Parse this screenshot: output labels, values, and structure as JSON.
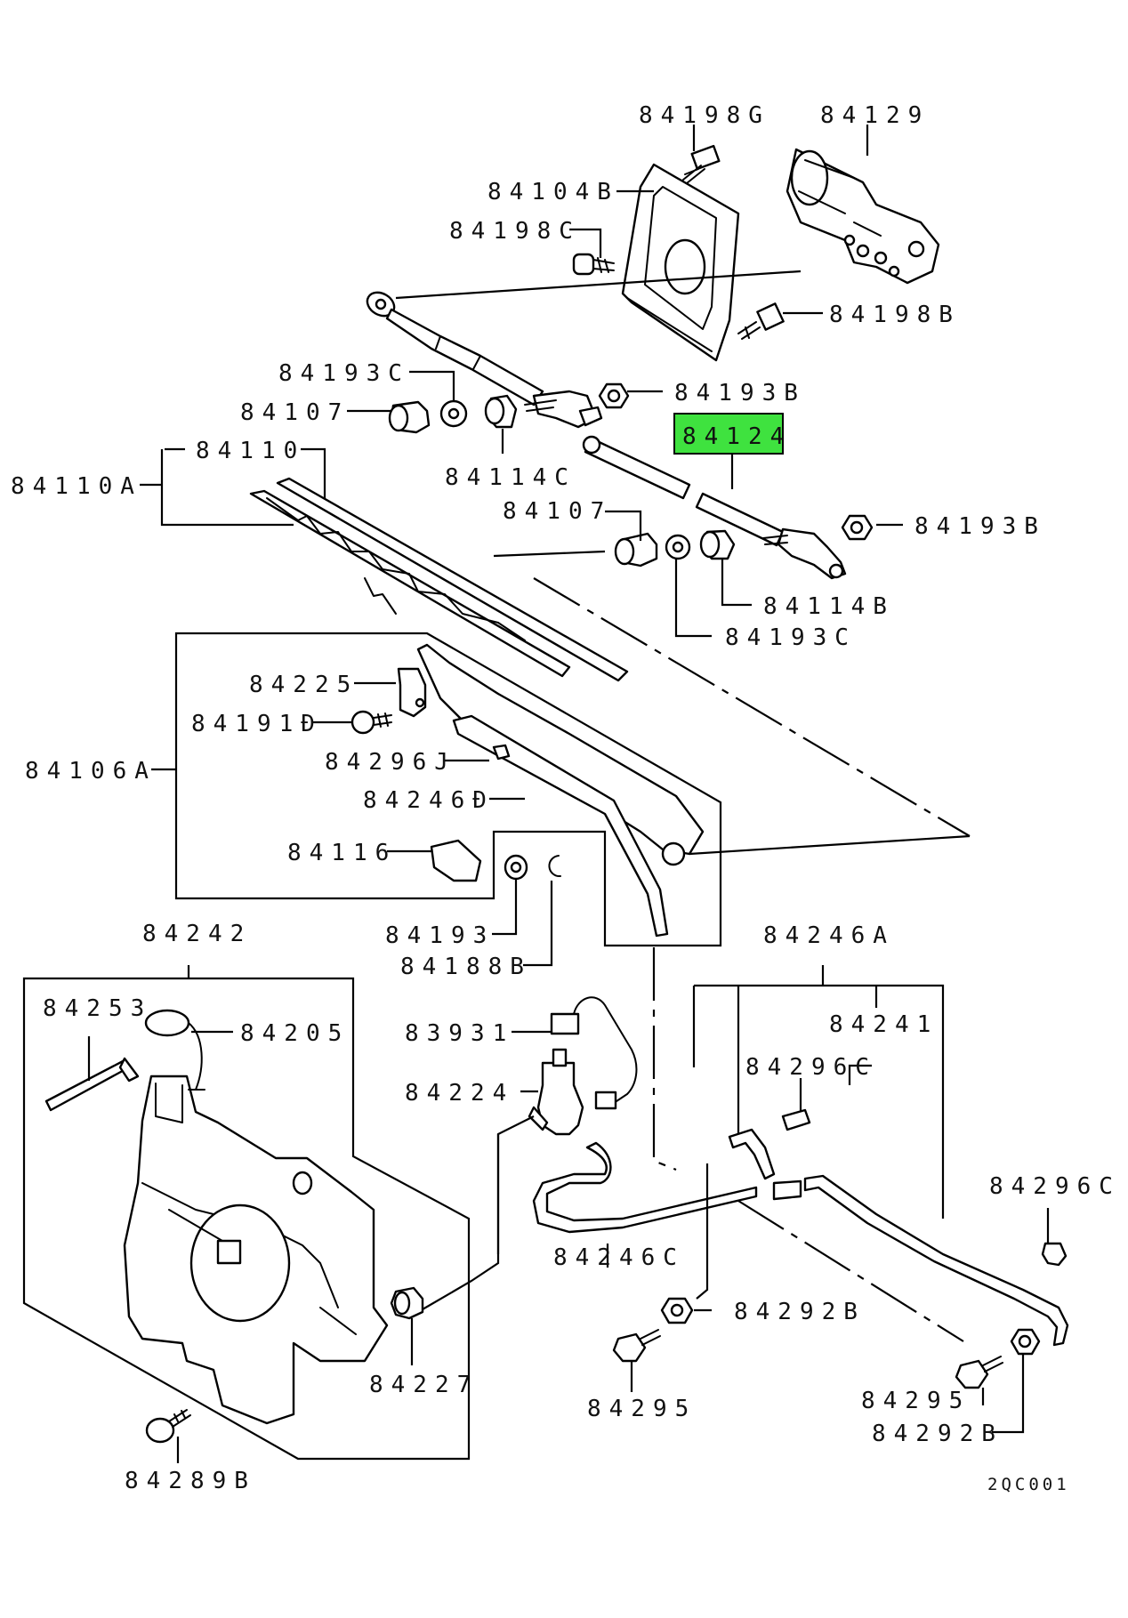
{
  "highlight_color": "#3fe23f",
  "diagram_code": "2QC001",
  "labels": {
    "l84198G": "84198G",
    "l84129": "84129",
    "l84104B": "84104B",
    "l84198C": "84198C",
    "l84198B": "84198B",
    "l84193C_a": "84193C",
    "l84193B_a": "84193B",
    "l84107_a": "84107",
    "l84124": "84124",
    "l84110": "84110",
    "l84114C": "84114C",
    "l84110A": "84110A",
    "l84107_b": "84107",
    "l84193B_b": "84193B",
    "l84114B": "84114B",
    "l84193C_b": "84193C",
    "l84225": "84225",
    "l84191D": "84191Đ",
    "l84106A": "84106A",
    "l84296J": "84296J",
    "l84246D": "84246Đ",
    "l84116": "84116",
    "l84193": "84193",
    "l84188B": "84188B",
    "l84242": "84242",
    "l84246A": "84246A",
    "l84253": "84253",
    "l84205": "84205",
    "l83931": "83931",
    "l84241": "84241",
    "l84224": "84224",
    "l84296C_a": "84296C",
    "l84296C_b": "84296C",
    "l84246C": "84246C",
    "l84292B_a": "84292B",
    "l84227": "84227",
    "l84295_a": "84295",
    "l84295_b": "84295",
    "l84292B_b": "84292B",
    "l84289B": "84289B"
  }
}
